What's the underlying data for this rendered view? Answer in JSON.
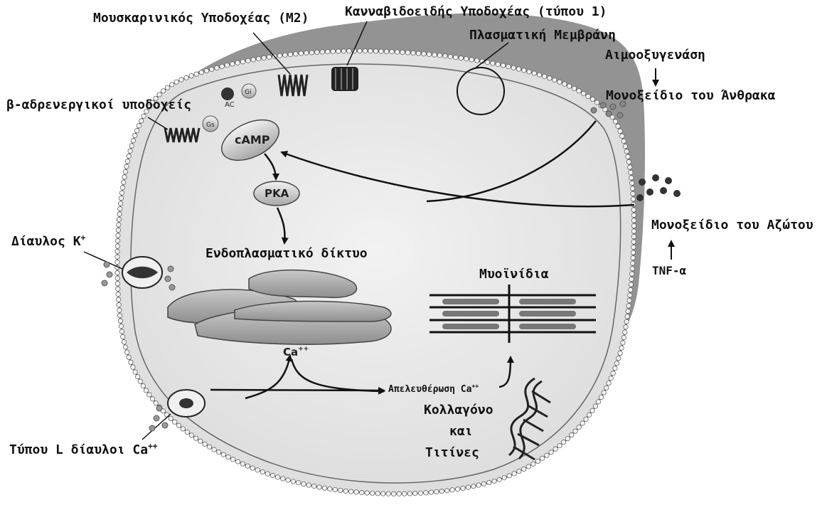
{
  "labels": {
    "muscarinic": "Μουσκαρινικός Υποδοχέας (M2)",
    "cannabinoid": "Κανναβιδοειδής Υποδοχέας (τύπου 1)",
    "plasma_membrane": "Πλασματική Μεμβράνη",
    "hemoxygenase": "Αιμοοξυγενάση",
    "carbon_monoxide": "Μονοξείδιο του Άνθρακα",
    "beta_adrenergic": "β-αδρενεργικοί υποδοχείς",
    "k_channel_text": "Δίαυλος K",
    "k_channel_sup": "+",
    "er": "Ενδοπλασματικό δίκτυο",
    "nitric_oxide": "Μονοξείδιο του Αζώτου",
    "tnf": "TNF-α",
    "myofibrils": "Μυοϊνίδια",
    "ca_release_text": "Απελευθέρωση Ca",
    "ca_release_sup": "++",
    "collagen_line1": "Κολλαγόνο",
    "collagen_line2": "και",
    "collagen_line3": "Τιτίνες",
    "l_channel_text": "Τύπου L δίαυλοι Ca",
    "l_channel_sup": "++"
  },
  "diagram_text": {
    "camp": "cAMP",
    "pka": "PKA",
    "ca": "Ca",
    "ca_sup": "++",
    "ac": "AC",
    "gs": "Gs",
    "gi": "Gi"
  },
  "colors": {
    "membrane_fill": "#8a8a8a",
    "cell_inner": "#ececec",
    "line": "#111111",
    "lipid_head": "#f4f4f4"
  }
}
